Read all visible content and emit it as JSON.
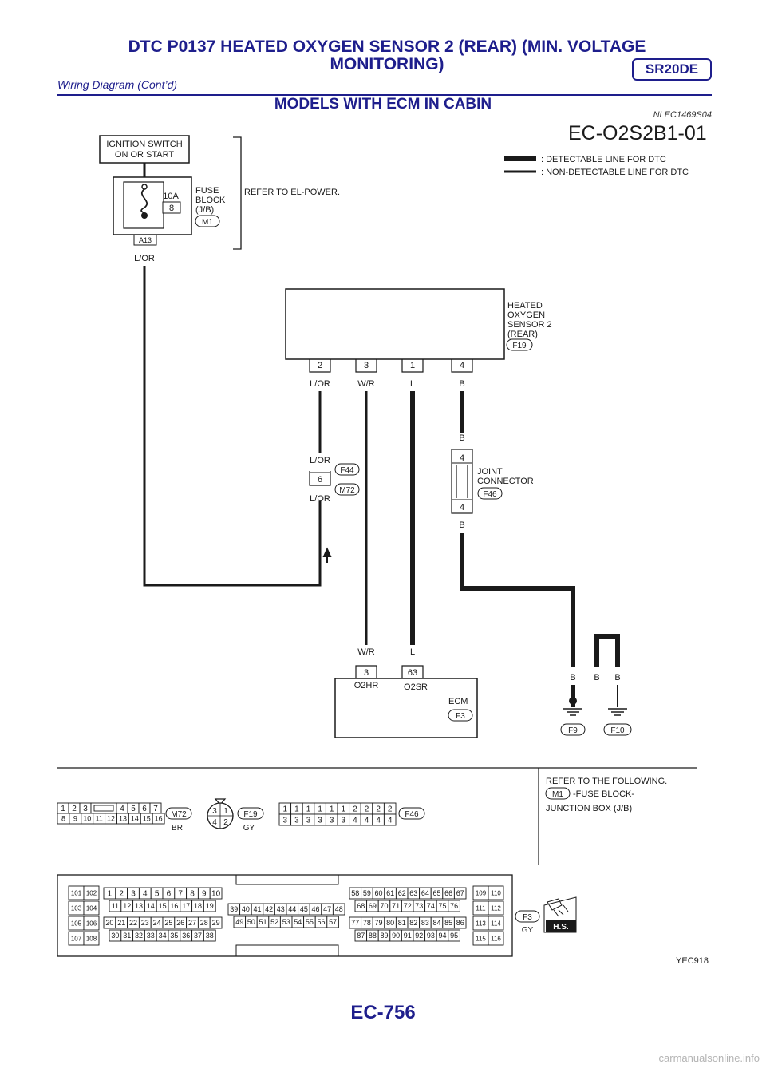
{
  "header": {
    "title_line1": "DTC P0137 HEATED OXYGEN SENSOR 2 (REAR) (MIN. VOLTAGE",
    "title_line2": "MONITORING)",
    "badge": "SR20DE",
    "subtitle": "Wiring Diagram (Cont’d)"
  },
  "section": {
    "title": "MODELS WITH ECM IN CABIN",
    "ref_code": "NLEC1469S04",
    "diagram_code": "EC-O2S2B1-01"
  },
  "legend": {
    "detectable": ": DETECTABLE LINE FOR DTC",
    "non_detectable": ": NON-DETECTABLE LINE FOR DTC"
  },
  "ignition": {
    "line1": "IGNITION SWITCH",
    "line2": "ON OR START"
  },
  "fuse_block": {
    "amp": "10A",
    "fuse_no": "8",
    "label1": "FUSE",
    "label2": "BLOCK",
    "label3": "(J/B)",
    "connector": "M1",
    "terminal": "A13",
    "refer": "REFER TO EL-POWER."
  },
  "sensor": {
    "label1": "HEATED",
    "label2": "OXYGEN",
    "label3": "SENSOR 2",
    "label4": "(REAR)",
    "connector": "F19",
    "pins": [
      "2",
      "3",
      "1",
      "4"
    ],
    "wires": [
      "L/OR",
      "W/R",
      "L",
      "B"
    ]
  },
  "wires": {
    "l_or": "L/OR",
    "w_r": "W/R",
    "l": "L",
    "b": "B"
  },
  "inline_connector": {
    "pin": "6",
    "conn_top": "F44",
    "conn_bottom": "M72"
  },
  "joint_connector": {
    "pin": "4",
    "label1": "JOINT",
    "label2": "CONNECTOR",
    "connector": "F46"
  },
  "ecm": {
    "label": "ECM",
    "connector": "F3",
    "pins": [
      "3",
      "63"
    ],
    "pin_names": [
      "O2HR",
      "O2SR"
    ]
  },
  "grounds": {
    "ground1": "F9",
    "ground2": "F10"
  },
  "refer_following": {
    "line1": "REFER TO THE FOLLOWING.",
    "connector": "M1",
    "line2": "-FUSE BLOCK-",
    "line3": "JUNCTION BOX (J/B)"
  },
  "connector_views": {
    "m72": {
      "id": "M72",
      "color": "BR",
      "row1": [
        "1",
        "2",
        "3",
        "",
        "4",
        "5",
        "6",
        "7"
      ],
      "row2": [
        "8",
        "9",
        "10",
        "11",
        "12",
        "13",
        "14",
        "15",
        "16"
      ]
    },
    "f19": {
      "id": "F19",
      "color": "GY",
      "pins": [
        "3",
        "1",
        "4",
        "2"
      ]
    },
    "f46": {
      "id": "F46",
      "row1": [
        "1",
        "1",
        "1",
        "1",
        "1",
        "1",
        "2",
        "2",
        "2",
        "2"
      ],
      "row2": [
        "3",
        "3",
        "3",
        "3",
        "3",
        "3",
        "4",
        "4",
        "4",
        "4"
      ]
    },
    "f3": {
      "id": "F3",
      "color": "GY",
      "g1": [
        "101",
        "102",
        "103",
        "104",
        "105",
        "106",
        "107",
        "108"
      ],
      "g2a": [
        "1",
        "2",
        "3",
        "4",
        "5",
        "6",
        "7",
        "8",
        "9",
        "10"
      ],
      "g2b": [
        "11",
        "12",
        "13",
        "14",
        "15",
        "16",
        "17",
        "18",
        "19"
      ],
      "g2c": [
        "20",
        "21",
        "22",
        "23",
        "24",
        "25",
        "26",
        "27",
        "28",
        "29"
      ],
      "g2d": [
        "30",
        "31",
        "32",
        "33",
        "34",
        "35",
        "36",
        "37",
        "38"
      ],
      "g3a": [
        "39",
        "40",
        "41",
        "42",
        "43",
        "44",
        "45",
        "46",
        "47",
        "48"
      ],
      "g3b": [
        "49",
        "50",
        "51",
        "52",
        "53",
        "54",
        "55",
        "56",
        "57"
      ],
      "g4a": [
        "58",
        "59",
        "60",
        "61",
        "62",
        "63",
        "64",
        "65",
        "66",
        "67"
      ],
      "g4b": [
        "68",
        "69",
        "70",
        "71",
        "72",
        "73",
        "74",
        "75",
        "76"
      ],
      "g4c": [
        "77",
        "78",
        "79",
        "80",
        "81",
        "82",
        "83",
        "84",
        "85",
        "86"
      ],
      "g4d": [
        "87",
        "88",
        "89",
        "90",
        "91",
        "92",
        "93",
        "94",
        "95"
      ],
      "g5": [
        "109",
        "110",
        "111",
        "112",
        "113",
        "114",
        "115",
        "116"
      ],
      "hs": "H.S."
    }
  },
  "footer": {
    "image_code": "YEC918",
    "page": "EC-756",
    "watermark": "carmanualsonline.info"
  }
}
